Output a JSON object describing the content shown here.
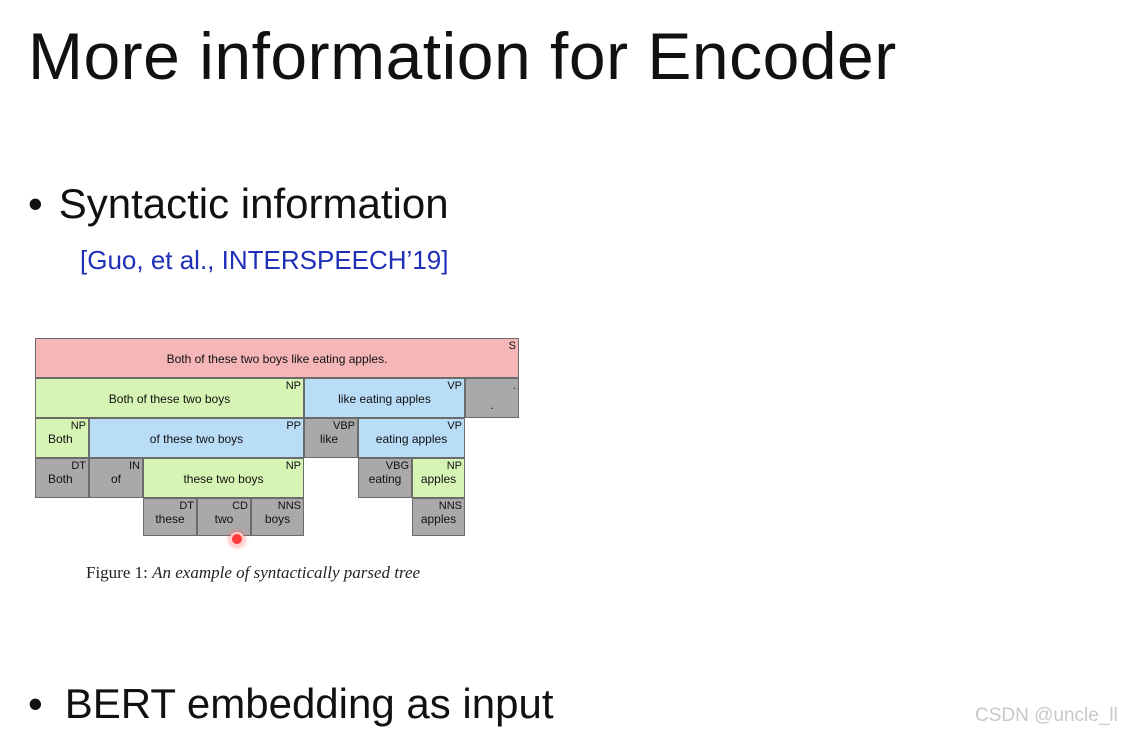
{
  "slide": {
    "title": "More information for Encoder",
    "bullet_glyph": "•",
    "bullet1": "Syntactic information",
    "citation": "[Guo, et al., INTERSPEECH’19]",
    "bullet2": "BERT embedding as input"
  },
  "figure": {
    "nodes": [
      {
        "id": "s",
        "tag": "S",
        "text": "Both of these two boys like eating apples."
      },
      {
        "id": "np1",
        "tag": "NP",
        "text": "Both of these two boys"
      },
      {
        "id": "vp1",
        "tag": "VP",
        "text": "like eating apples"
      },
      {
        "id": "punct",
        "tag": ".",
        "text": "."
      },
      {
        "id": "np2",
        "tag": "NP",
        "text": "Both"
      },
      {
        "id": "pp",
        "tag": "PP",
        "text": "of these two boys"
      },
      {
        "id": "vbp",
        "tag": "VBP",
        "text": "like"
      },
      {
        "id": "vp2",
        "tag": "VP",
        "text": "eating apples"
      },
      {
        "id": "dt1",
        "tag": "DT",
        "text": "Both"
      },
      {
        "id": "in",
        "tag": "IN",
        "text": "of"
      },
      {
        "id": "np3",
        "tag": "NP",
        "text": "these two boys"
      },
      {
        "id": "vbg",
        "tag": "VBG",
        "text": "eating"
      },
      {
        "id": "np4",
        "tag": "NP",
        "text": "apples"
      },
      {
        "id": "dt2",
        "tag": "DT",
        "text": "these"
      },
      {
        "id": "cd",
        "tag": "CD",
        "text": "two"
      },
      {
        "id": "nns1",
        "tag": "NNS",
        "text": "boys"
      },
      {
        "id": "nns2",
        "tag": "NNS",
        "text": "apples"
      }
    ],
    "caption_prefix": "Figure 1: ",
    "caption_text": "An example of syntactically parsed tree"
  },
  "colors": {
    "sentence": "#f4b6b6",
    "noun_phrase": "#d6f5b5",
    "verb_prep_phrase": "#b9dcf7",
    "leaf": "#a9a9a9",
    "citation": "#1f2fb8"
  },
  "watermark": "CSDN @uncle_ll"
}
